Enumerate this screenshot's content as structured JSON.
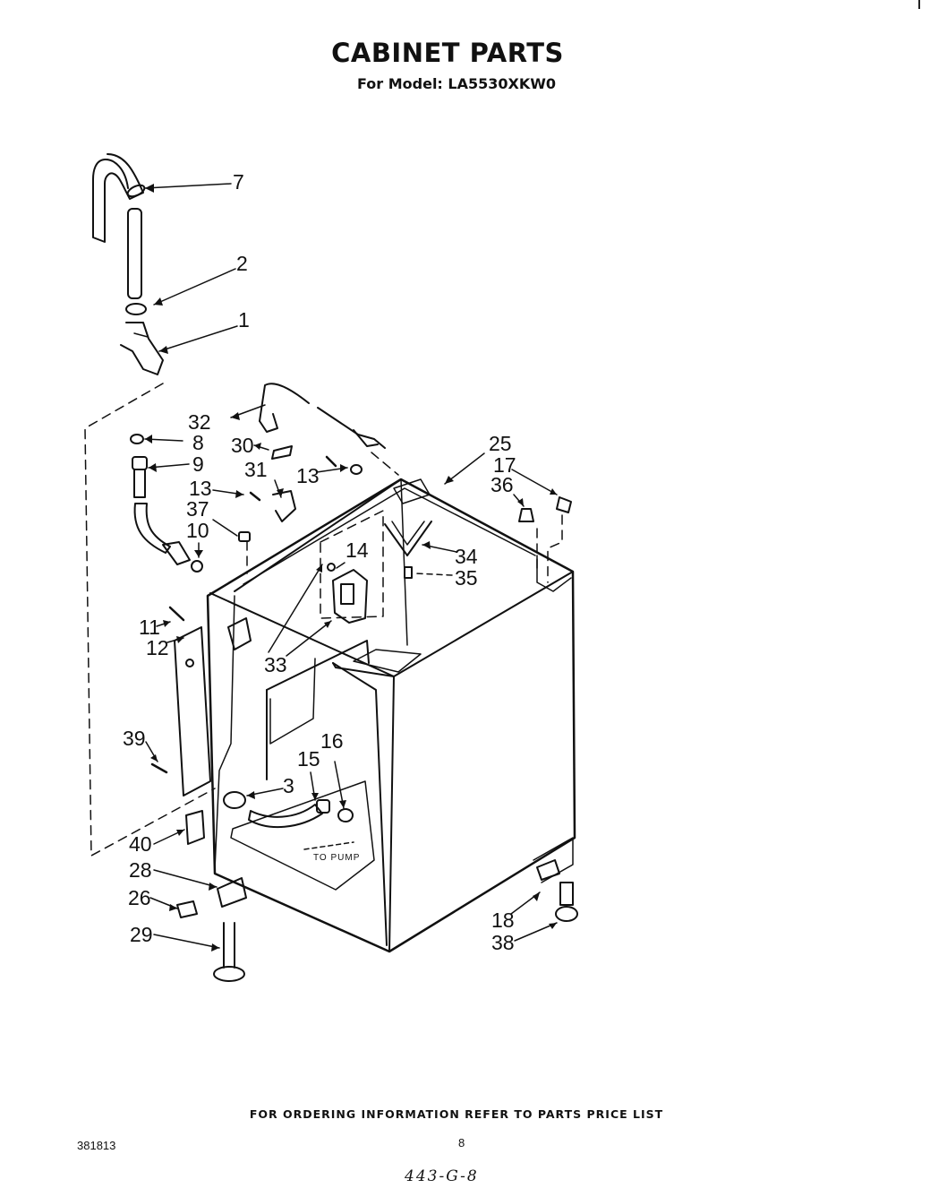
{
  "header": {
    "title": "CABINET PARTS",
    "model_line": "For Model: LA5530XKW0"
  },
  "callouts": {
    "p1": "1",
    "p2": "2",
    "p3": "3",
    "p7": "7",
    "p8": "8",
    "p9": "9",
    "p10": "10",
    "p11": "11",
    "p12": "12",
    "p13a": "13",
    "p13b": "13",
    "p14": "14",
    "p15": "15",
    "p16": "16",
    "p17": "17",
    "p18": "18",
    "p25": "25",
    "p26": "26",
    "p28": "28",
    "p29": "29",
    "p30": "30",
    "p31": "31",
    "p32": "32",
    "p33": "33",
    "p34": "34",
    "p35": "35",
    "p36": "36",
    "p37": "37",
    "p38": "38",
    "p39": "39",
    "p40": "40"
  },
  "notes": {
    "to_pump": "TO PUMP"
  },
  "footer": {
    "ordering_info": "FOR ORDERING INFORMATION REFER TO PARTS PRICE LIST",
    "doc_number": "381813",
    "page_number": "8",
    "handwritten_code": "443-G-8"
  }
}
